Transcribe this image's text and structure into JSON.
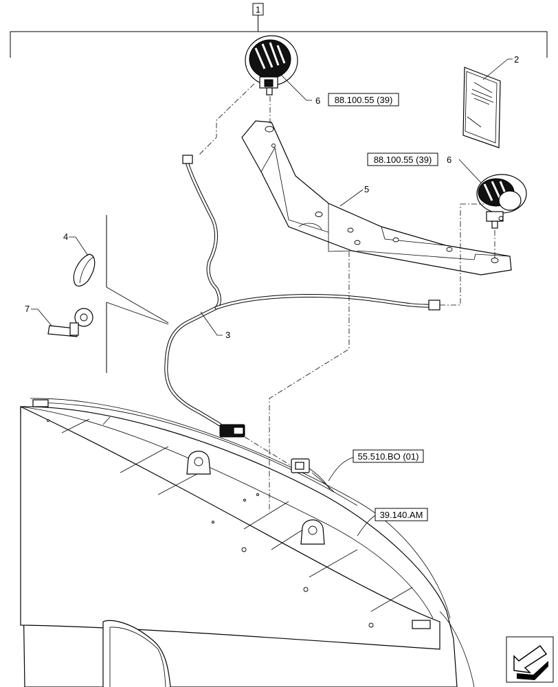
{
  "assembly_callout": "1",
  "callouts": {
    "work_lamp_upper": "6",
    "instruction_sheet": "2",
    "work_lamp_right": "6",
    "bracket": "5",
    "strap_ring": "4",
    "harness": "3",
    "cable_tie": "7"
  },
  "references": {
    "lamp_upper": "88.100.55 (39)",
    "lamp_right": "88.100.55 (39)",
    "connector": "55.510.BO (01)",
    "cab_roof": "39.140.AM"
  },
  "nav_icon": "arrow-navigation-icon"
}
